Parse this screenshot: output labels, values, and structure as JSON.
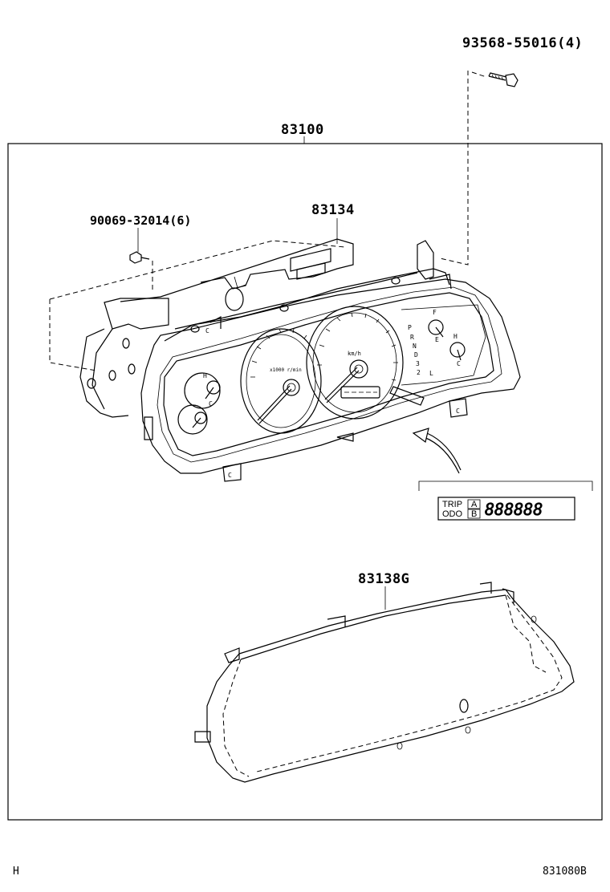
{
  "labels": {
    "screw_top": "93568-55016(4)",
    "assembly": "83100",
    "screw_left": "90069-32014(6)",
    "meter_case": "83134",
    "glass": "83138G",
    "corner_left": "H",
    "corner_right": "831080B"
  },
  "odometer_inset": {
    "trip": "TRIP",
    "odo": "ODO",
    "a": "A",
    "b": "B",
    "digits": "888888"
  },
  "gauge_marks": {
    "speed_unit": "km/h",
    "tach_unit": "x1000 r/min",
    "temp_high": "H",
    "temp_cold": "C",
    "fuel_full": "F",
    "fuel_empty": "E",
    "gear_p": "P",
    "gear_r": "R",
    "gear_n": "N",
    "gear_d": "D",
    "gear_3": "3",
    "gear_2": "2",
    "gear_l": "L",
    "clip": "C"
  },
  "icons": [
    "screw-icon",
    "bolt-icon",
    "arrow-icon"
  ]
}
